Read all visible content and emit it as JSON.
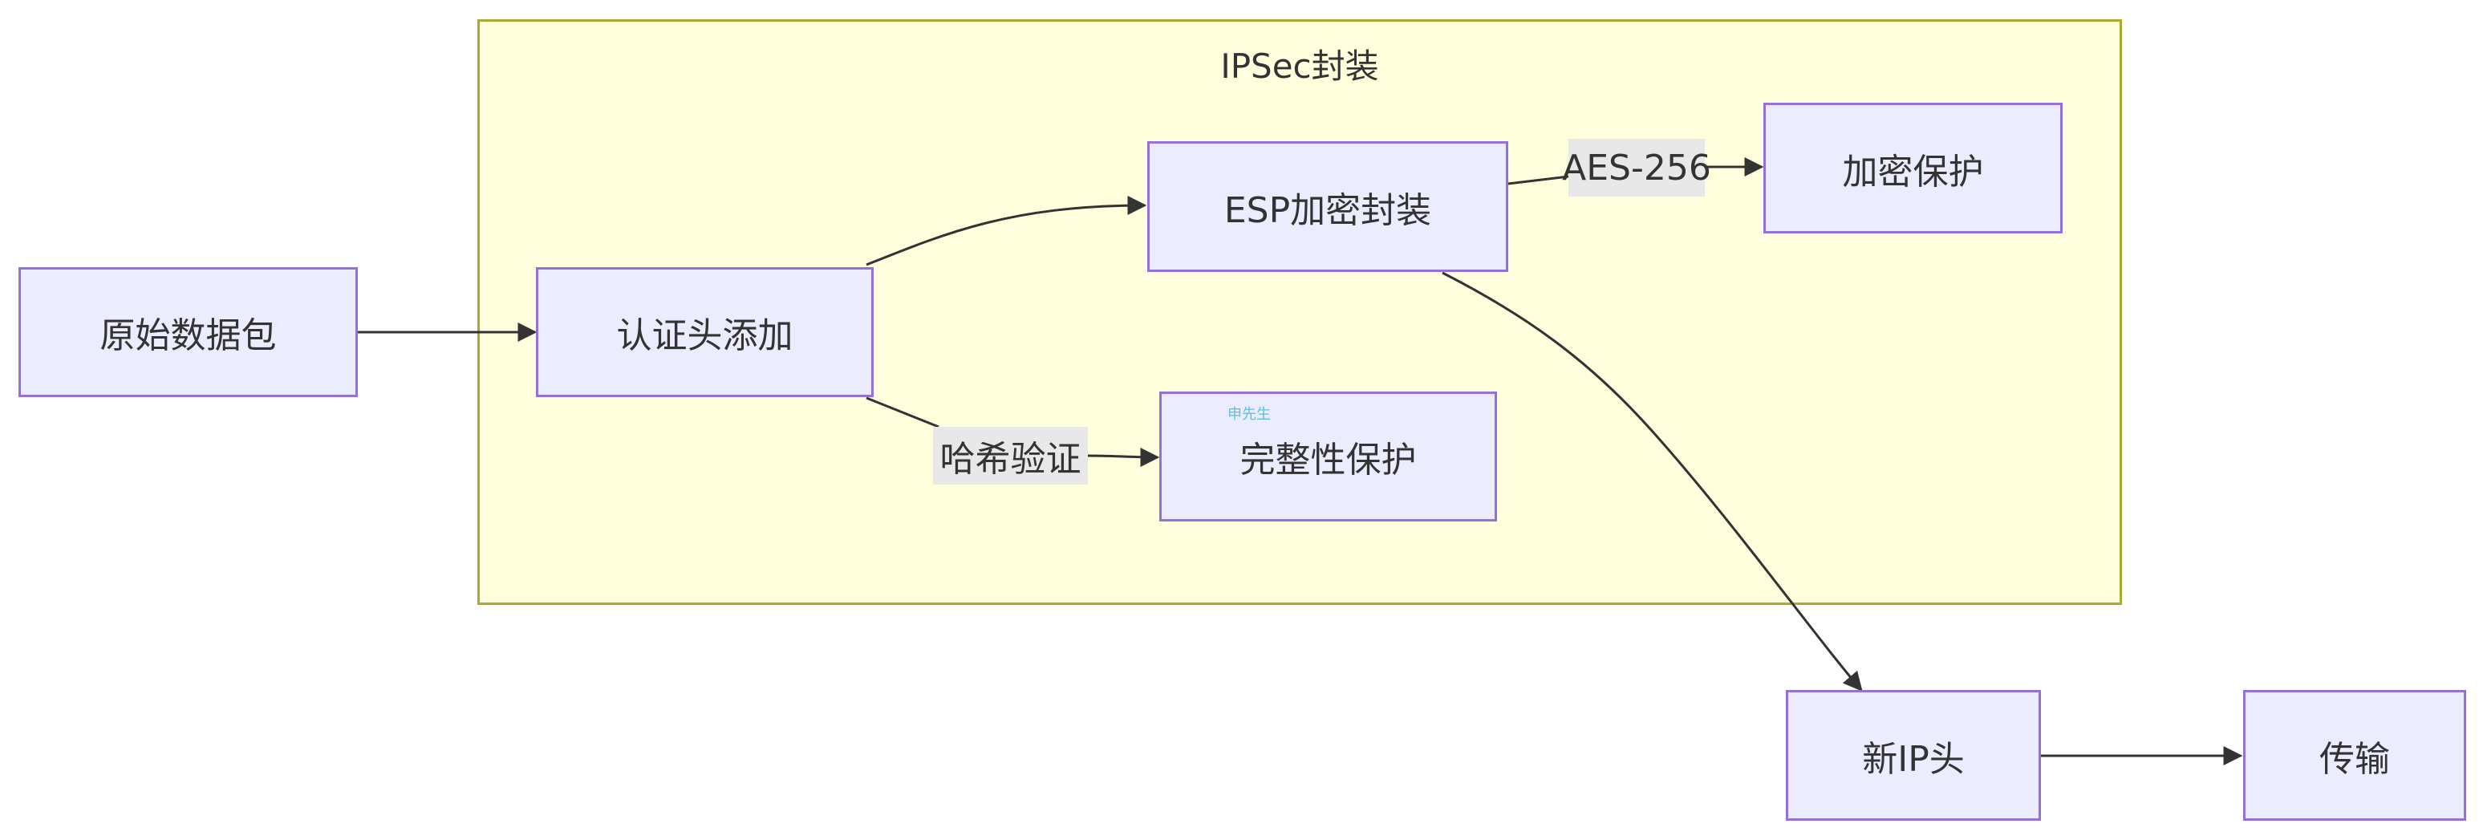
{
  "cluster": {
    "title": "IPSec封装"
  },
  "nodes": {
    "raw_packet": "原始数据包",
    "auth_header": "认证头添加",
    "esp_encap": "ESP加密封装",
    "integrity": "完整性保护",
    "encrypt_protect": "加密保护",
    "new_ip_header": "新IP头",
    "transmit": "传输"
  },
  "edge_labels": {
    "hash_verify": "哈希验证",
    "aes256": "AES-256"
  },
  "watermark": "申先生",
  "colors": {
    "node_fill": "#ececff",
    "node_border": "#9370db",
    "cluster_fill": "#ffffde",
    "cluster_border": "#aaaa33",
    "edge": "#333333",
    "edge_label_bg": "#e8e8e8"
  }
}
